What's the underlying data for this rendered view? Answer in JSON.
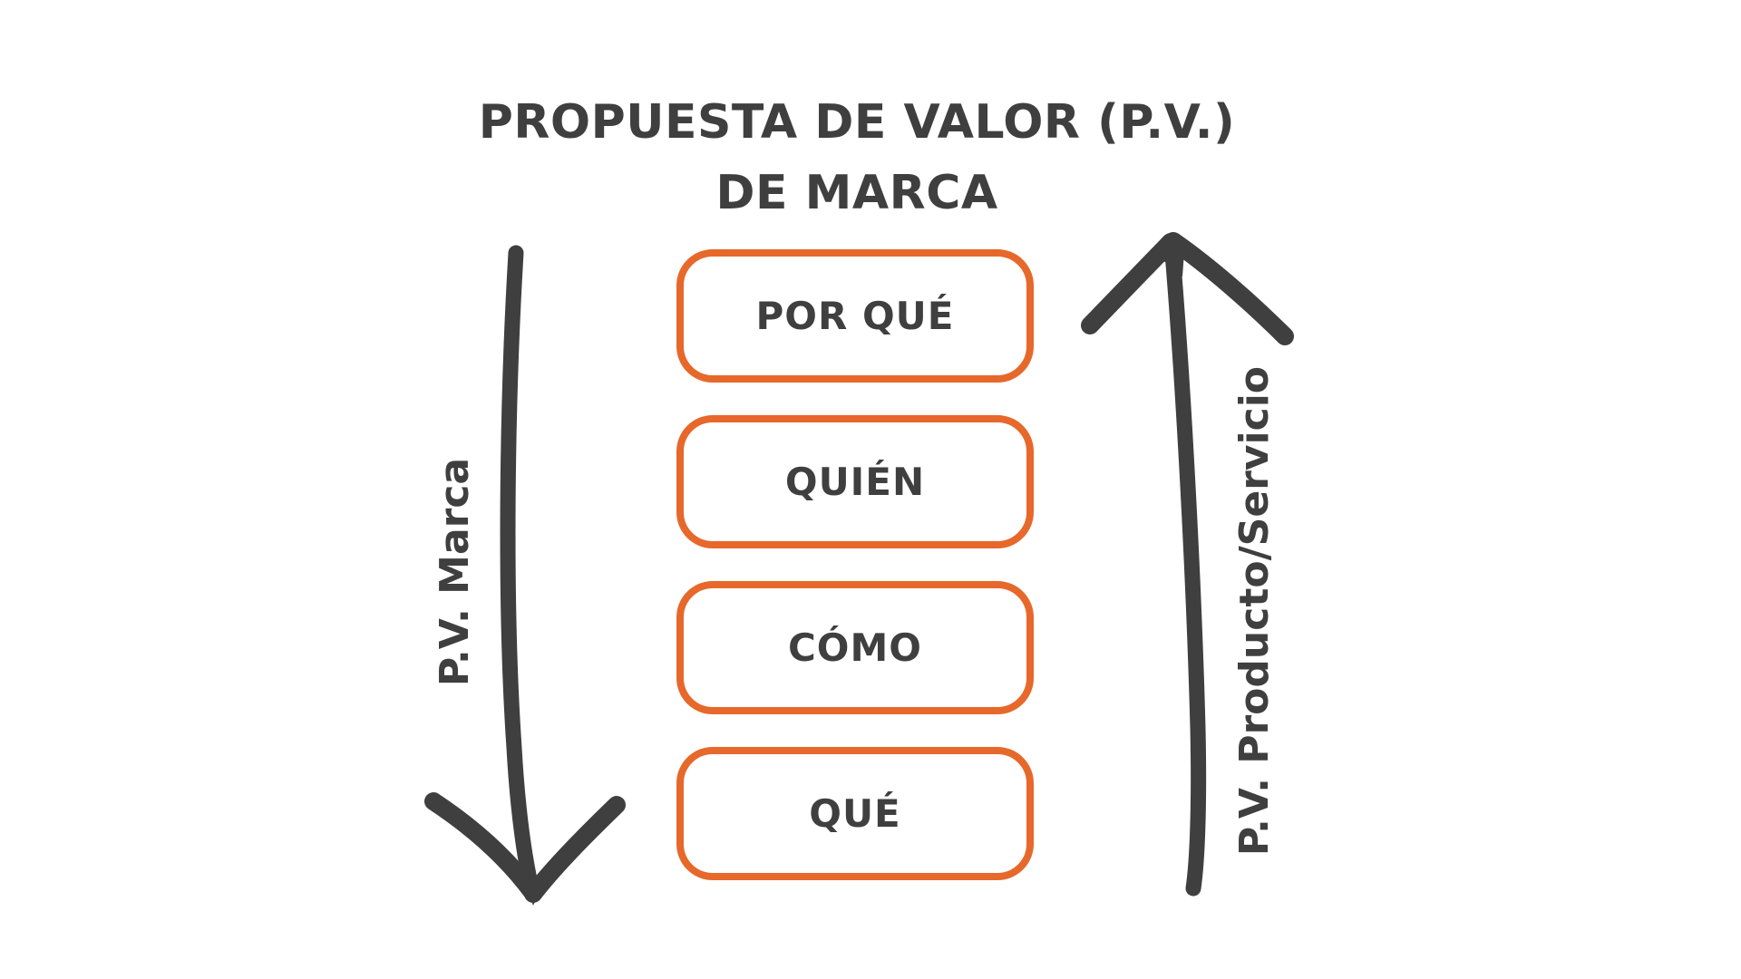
{
  "title": {
    "line1": "PROPUESTA DE VALOR (P.V.)",
    "line2": "DE MARCA"
  },
  "boxes": [
    {
      "label": "POR QUÉ"
    },
    {
      "label": "QUIÉN"
    },
    {
      "label": "CÓMO"
    },
    {
      "label": "QUÉ"
    }
  ],
  "left_arrow": {
    "label": "P.V. Marca",
    "direction": "down"
  },
  "right_arrow": {
    "label": "P.V. Producto/Servicio",
    "direction": "up"
  },
  "colors": {
    "accent_orange": "#E7682B",
    "ink": "#3F3F3F",
    "background": "#FFFFFF"
  }
}
